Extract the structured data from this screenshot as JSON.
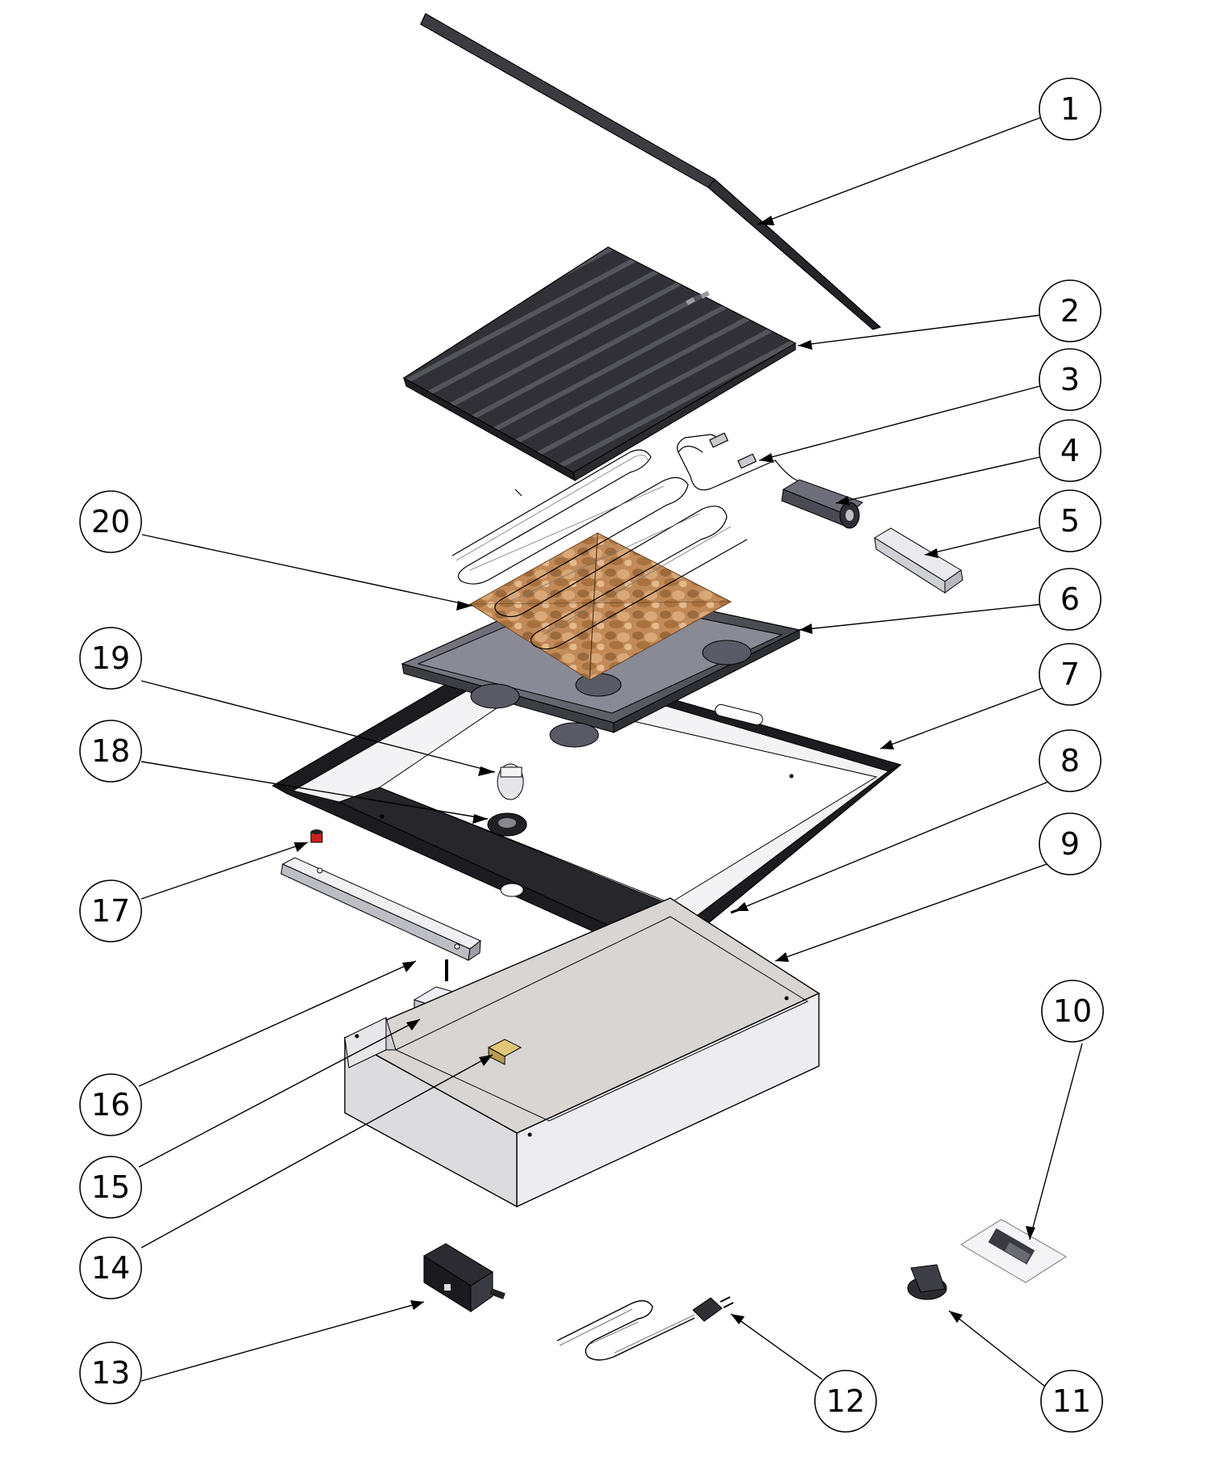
{
  "colors": {
    "line": "#000000",
    "dark_metal": "#2f2f33",
    "steel": "#d9d9df",
    "tray": "#5a5a62",
    "rocks": "#b87a4a"
  },
  "balloons": [
    {
      "id": "b1",
      "label": "1"
    },
    {
      "id": "b2",
      "label": "2"
    },
    {
      "id": "b3",
      "label": "3"
    },
    {
      "id": "b4",
      "label": "4"
    },
    {
      "id": "b5",
      "label": "5"
    },
    {
      "id": "b6",
      "label": "6"
    },
    {
      "id": "b7",
      "label": "7"
    },
    {
      "id": "b8",
      "label": "8"
    },
    {
      "id": "b9",
      "label": "9"
    },
    {
      "id": "b10",
      "label": "10"
    },
    {
      "id": "b11",
      "label": "11"
    },
    {
      "id": "b12",
      "label": "12"
    },
    {
      "id": "b13",
      "label": "13"
    },
    {
      "id": "b14",
      "label": "14"
    },
    {
      "id": "b15",
      "label": "15"
    },
    {
      "id": "b16",
      "label": "16"
    },
    {
      "id": "b17",
      "label": "17"
    },
    {
      "id": "b18",
      "label": "18"
    },
    {
      "id": "b19",
      "label": "19"
    },
    {
      "id": "b20",
      "label": "20"
    }
  ]
}
